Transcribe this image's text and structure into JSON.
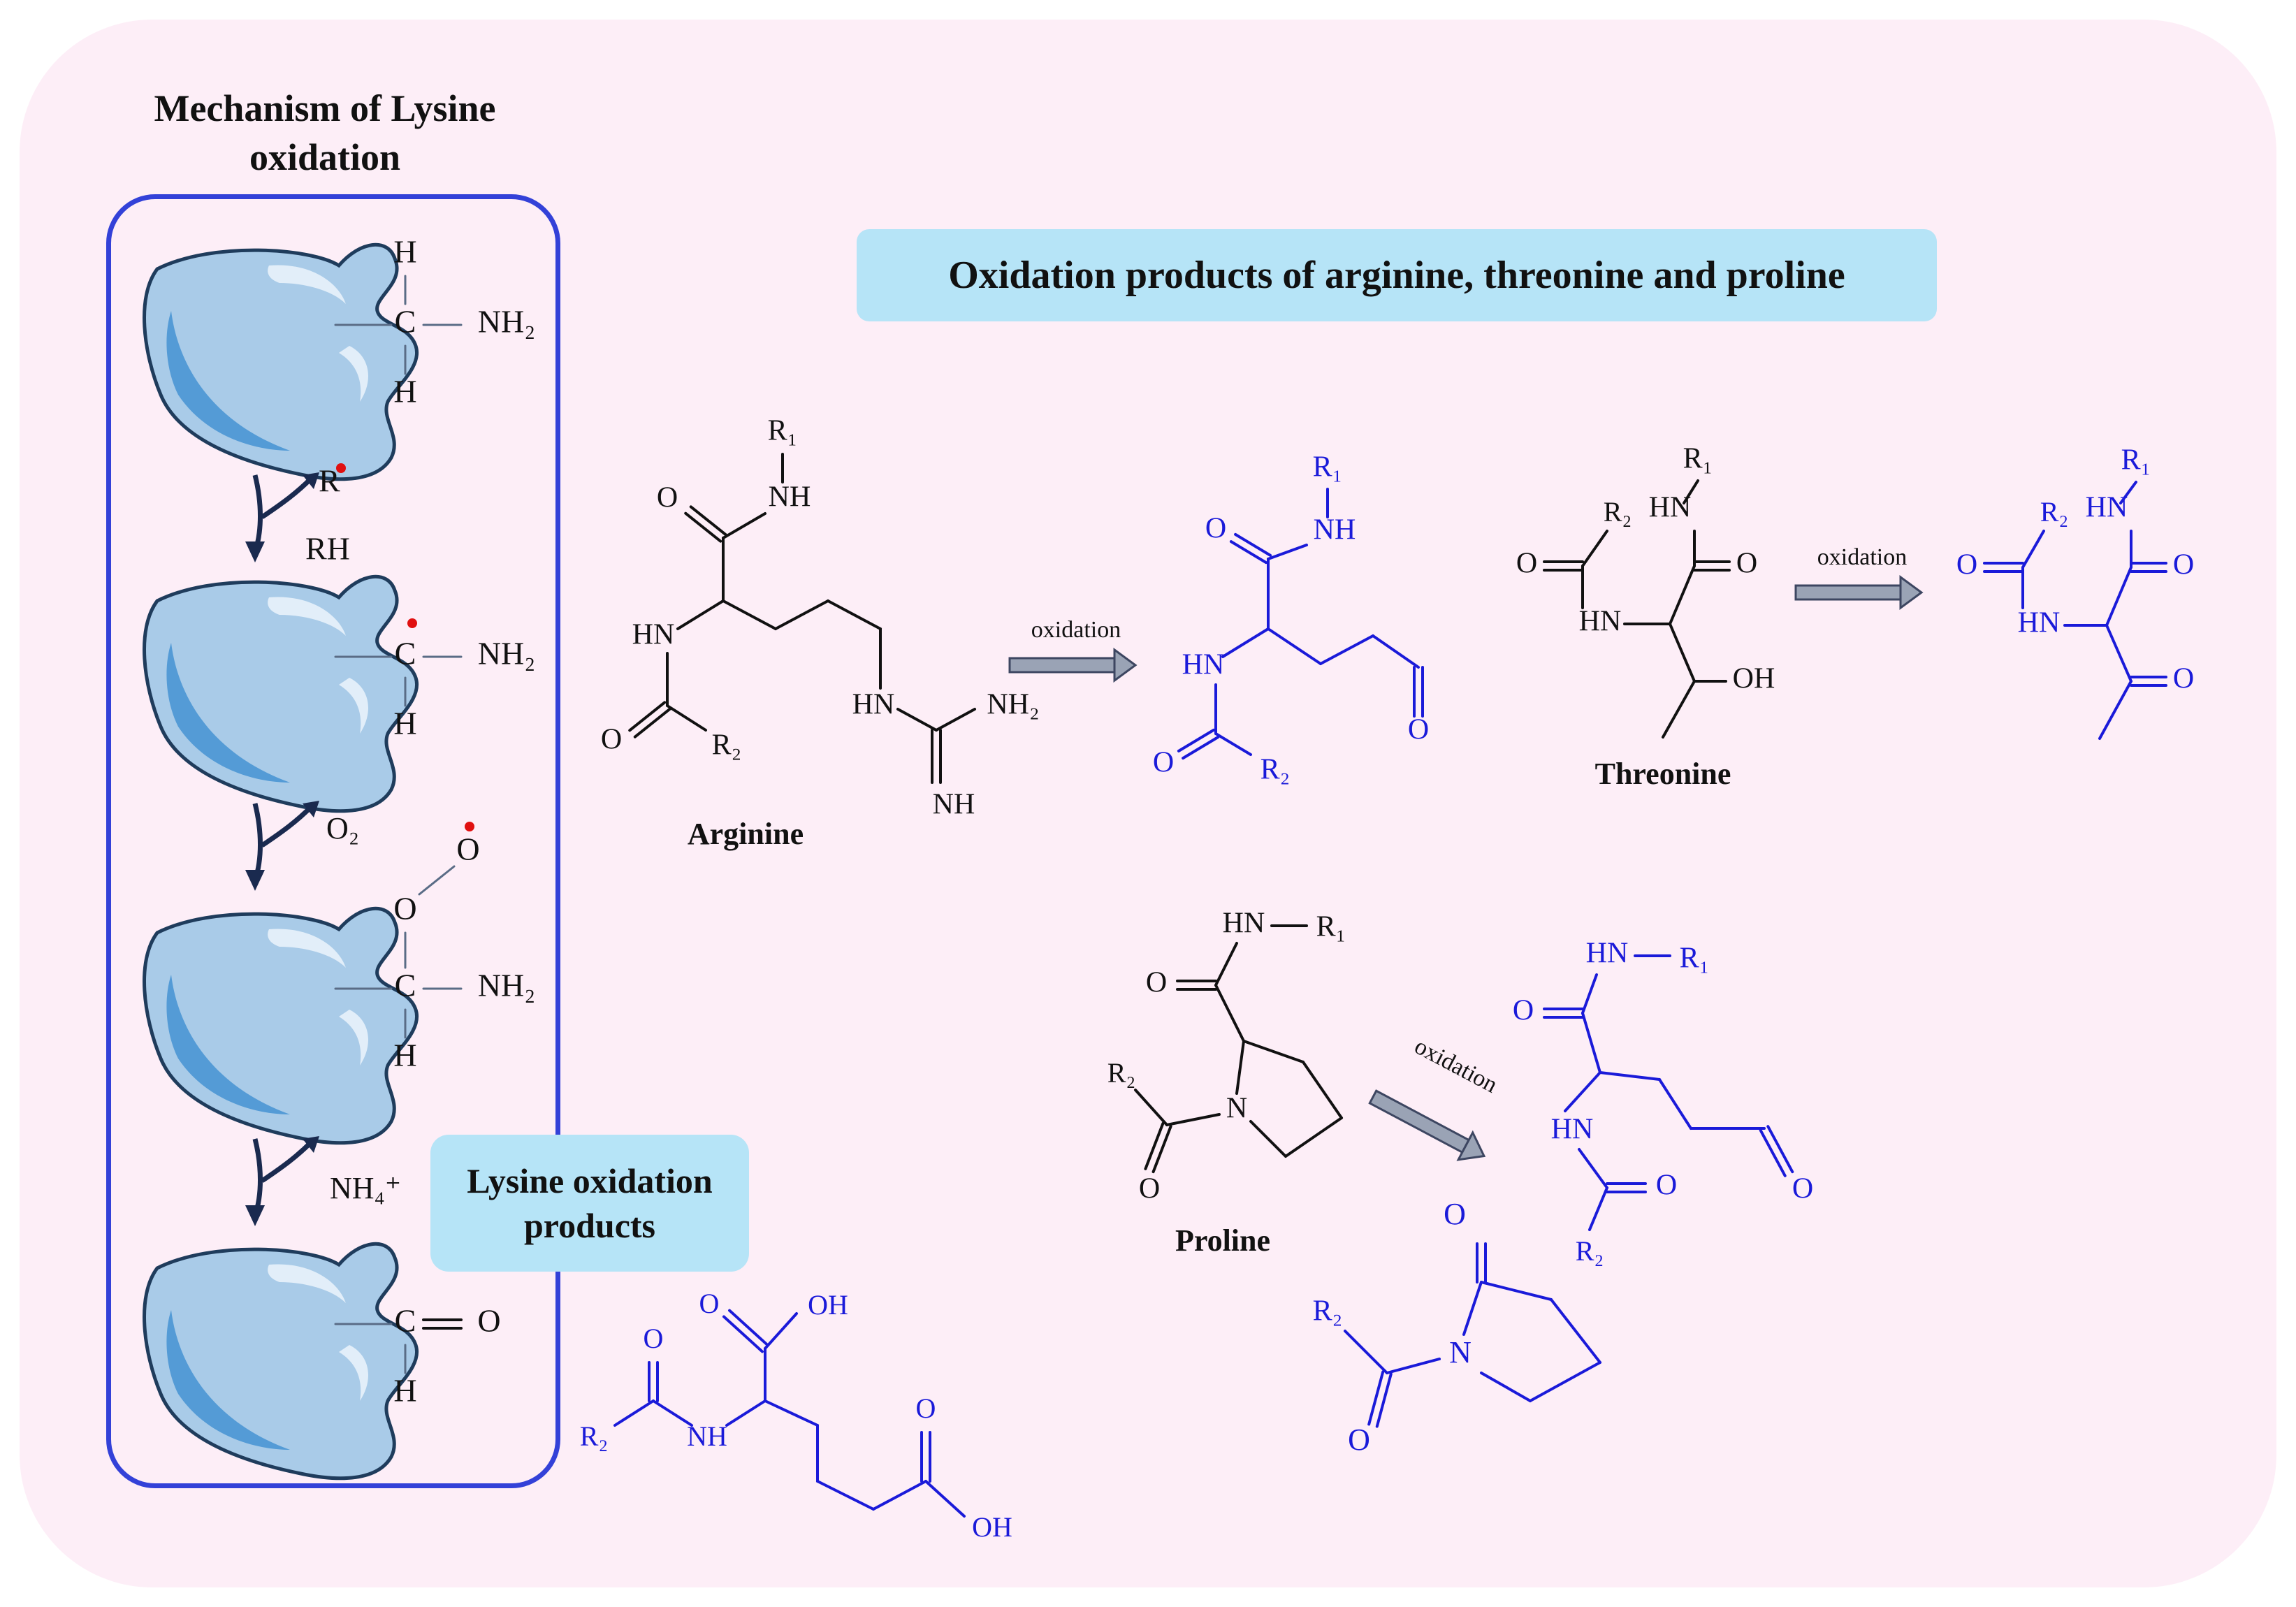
{
  "lysine_panel": {
    "title": "Mechanism of Lysine oxidation",
    "products_label": "Lysine oxidation products"
  },
  "title_box": "Oxidation products of arginine, threonine and proline",
  "labels": {
    "arginine": "Arginine",
    "threonine": "Threonine",
    "proline": "Proline",
    "oxidation": "oxidation"
  },
  "atoms": {
    "H": "H",
    "C": "C",
    "O": "O",
    "N": "N",
    "NH": "NH",
    "HN": "HN",
    "NH2": "NH₂",
    "OH": "OH",
    "R": "R",
    "RH": "RH",
    "R1": "R₁",
    "R2": "R₂",
    "O2": "O₂",
    "NH4": "NH₄⁺"
  },
  "colors": {
    "background_panel": "#fdeef7",
    "label_box": "#b6e4f7",
    "lysine_box_border": "#3341d8",
    "product_structures": "#1a1ad9",
    "reactant_structures": "#111111",
    "radical_dot": "#e01010",
    "arrow_fill": "#9aa3b5",
    "protein_body": "#a9cbe8"
  },
  "icons": [
    "protein-blob-icon",
    "curved-reaction-arrow-icon",
    "oxidation-arrow-icon",
    "radical-dot-icon"
  ]
}
